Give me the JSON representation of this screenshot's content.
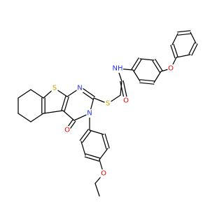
{
  "atom_colors": {
    "S": "#c8a000",
    "N": "#2233ff",
    "O": "#ee0000",
    "H": "#2233ff",
    "C": "#000000"
  },
  "labels": {
    "s_ring": "S",
    "s_link": "S",
    "n_ring_top": "N",
    "n_ring_sub": "N",
    "o_ring_carbonyl": "O",
    "o_amide": "O",
    "nh_amide": "NH",
    "o_ether_phenoxy": "O",
    "o_ether_ethoxy": "O"
  }
}
